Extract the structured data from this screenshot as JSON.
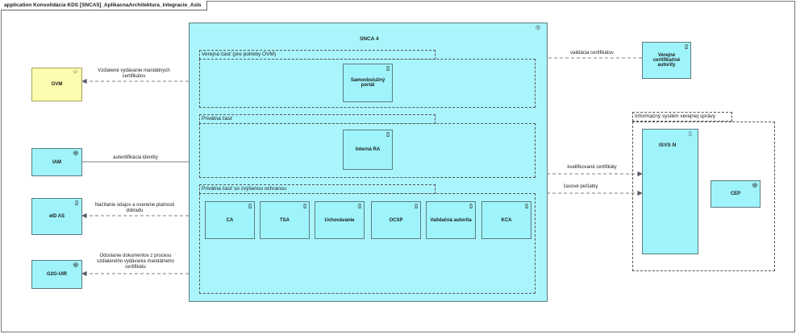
{
  "frame": {
    "title": "application Konsolidácia KDS [SNCA5]_AplikacnaArchitektura_integracie_AsIs"
  },
  "snca": {
    "title": "SNCA 4"
  },
  "groups": {
    "public": "Verejná časť (pre potreby OVM)",
    "private": "Privátna časť",
    "protected": "Privátna časť so zvýšenou ochranou",
    "isvs": "Informačný systém verejnej správy"
  },
  "components": {
    "portal": "Samoobslužný portál",
    "ra": "Interná RA",
    "ca": "CA",
    "tsa": "TSA",
    "storage": "Uchovávanie",
    "ocsp": "OCSP",
    "validation": "Validačná autorita",
    "kca": "KCA",
    "isvs_n": "ISVS N",
    "cep": "CEP",
    "cert_auth": "Verejné certifikačné autority"
  },
  "actors": {
    "ovm": "OVM",
    "iam": "IAM",
    "eid": "eID AS",
    "g2g": "G2G-UIR"
  },
  "relations": {
    "ovm": "Vzdialené vydávanie mandátnych certifikátov",
    "iam": "autentifikácia identity",
    "eid": "Načítanie údajov a overenie platnosti dokladu",
    "g2g": "Odoslanie dokumentov z procesu vzdialeného vydávania mandátneho certifikátu",
    "validation": "validácia certifikátov",
    "qualified": "kvalifikované certifikáty",
    "timestamps": "časové pečiatky"
  },
  "icons": [
    "component-icon",
    "service-icon",
    "actor-icon"
  ],
  "colors": {
    "component": "#9ff4fb",
    "actor": "#fdfbae",
    "border": "#5a7c80"
  }
}
